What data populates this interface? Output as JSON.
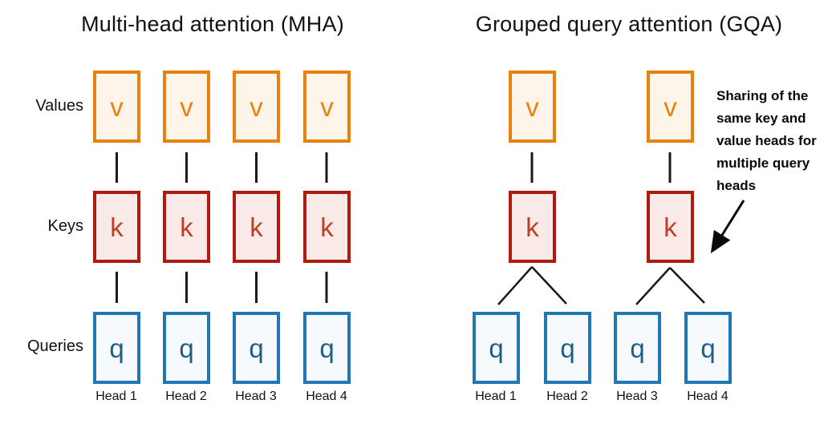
{
  "diagram": {
    "row_labels": {
      "values": "Values",
      "keys": "Keys",
      "queries": "Queries"
    },
    "mha": {
      "title": "Multi-head attention (MHA)",
      "letters": {
        "v": "v",
        "k": "k",
        "q": "q"
      },
      "head_labels": [
        "Head 1",
        "Head 2",
        "Head 3",
        "Head 4"
      ]
    },
    "gqa": {
      "title": "Grouped query attention (GQA)",
      "letters": {
        "v": "v",
        "k": "k",
        "q": "q"
      },
      "head_labels": [
        "Head 1",
        "Head 2",
        "Head 3",
        "Head 4"
      ],
      "annotation_lines": [
        "Sharing of the",
        "same key and",
        "value heads for",
        "multiple query",
        "heads"
      ]
    },
    "colors": {
      "value_border": "#E8820E",
      "value_fill": "#FDF4EA",
      "value_letter": "#E8820E",
      "key_border": "#B01B10",
      "key_fill": "#F9EAE8",
      "key_letter": "#C23B26",
      "query_border": "#2077B4",
      "query_fill": "#F7FAFC",
      "query_letter": "#1F5E85",
      "line": "#1a1a1a",
      "background": "#ffffff"
    }
  }
}
